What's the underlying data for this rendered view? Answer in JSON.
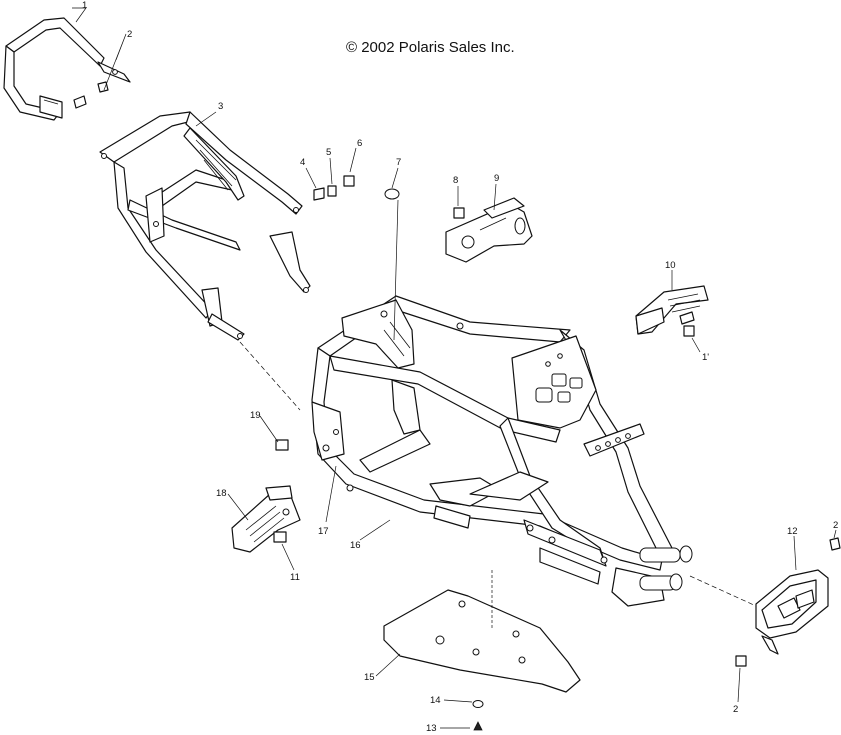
{
  "copyright": "© 2002 Polaris Sales Inc.",
  "callouts": {
    "c1": "1",
    "c2a": "2",
    "c3": "3",
    "c4": "4",
    "c5": "5",
    "c6": "6",
    "c7": "7",
    "c8": "8",
    "c9": "9",
    "c10": "10",
    "c11a": "1'",
    "c12": "12",
    "c2b": "2",
    "c2c": "2",
    "c13": "13",
    "c14": "14",
    "c15": "15",
    "c16": "16",
    "c17": "17",
    "c18": "18",
    "c11b": "11",
    "c19": "19"
  }
}
